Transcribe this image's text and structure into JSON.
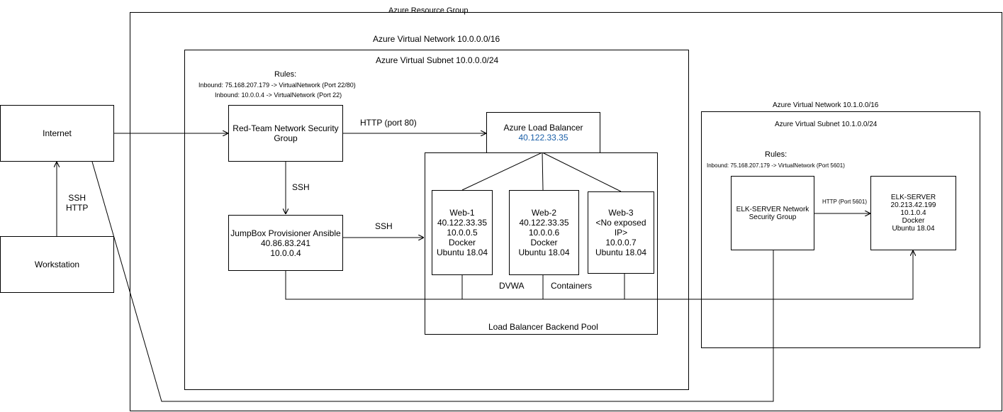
{
  "labels": {
    "resource_group": "Azure Resource Group",
    "vnet1": "Azure Virtual Network 10.0.0.0/16",
    "subnet1": "Azure Virtual Subnet 10.0.0.0/24",
    "vnet2": "Azure Virtual Network 10.1.0.0/16",
    "subnet2": "Azure Virtual Subnet 10.1.0.0/24",
    "backend_pool": "Load Balancer Backend Pool"
  },
  "rules1": {
    "title": "Rules:",
    "line1": "Inbound: 75.168.207.179 -> VirtualNetwork (Port 22/80)",
    "line2": "Inbound: 10.0.0.4 -> VirtualNetwork (Port 22)"
  },
  "rules2": {
    "title": "Rules:",
    "line1": "Inbound: 75.168.207.179 -> VirtualNetwork (Port 5601)"
  },
  "nodes": {
    "internet": "Internet",
    "workstation": "Workstation",
    "nsg": {
      "line1": "Red-Team Network Security",
      "line2": "Group"
    },
    "load_balancer": {
      "name": "Azure Load Balancer",
      "ip": "40.122.33.35"
    },
    "jumpbox": {
      "line1": "JumpBox Provisioner Ansible",
      "line2": "40.86.83.241",
      "line3": "10.0.0.4"
    },
    "web1": [
      "Web-1",
      "40.122.33.35",
      "10.0.0.5",
      "Docker",
      "Ubuntu 18.04"
    ],
    "web2": [
      "Web-2",
      "40.122.33.35",
      "10.0.0.6",
      "Docker",
      "Ubuntu 18.04"
    ],
    "web3": [
      "Web-3",
      "<No exposed",
      "IP>",
      "10.0.0.7",
      "Ubuntu 18.04"
    ],
    "elk_nsg": {
      "line1": "ELK-SERVER Network",
      "line2": "Security Group"
    },
    "elk_server": [
      "ELK-SERVER",
      "20.213.42.199",
      "10.1.0.4",
      "Docker",
      "Ubuntu 18.04"
    ]
  },
  "edges": {
    "ssh_http_1": "SSH",
    "ssh_http_2": "HTTP",
    "http80": "HTTP (port 80)",
    "ssh_down": "SSH",
    "ssh_right": "SSH",
    "http5601": "HTTP (Port 5601)",
    "dvwa": "DVWA",
    "containers": "Containers"
  }
}
